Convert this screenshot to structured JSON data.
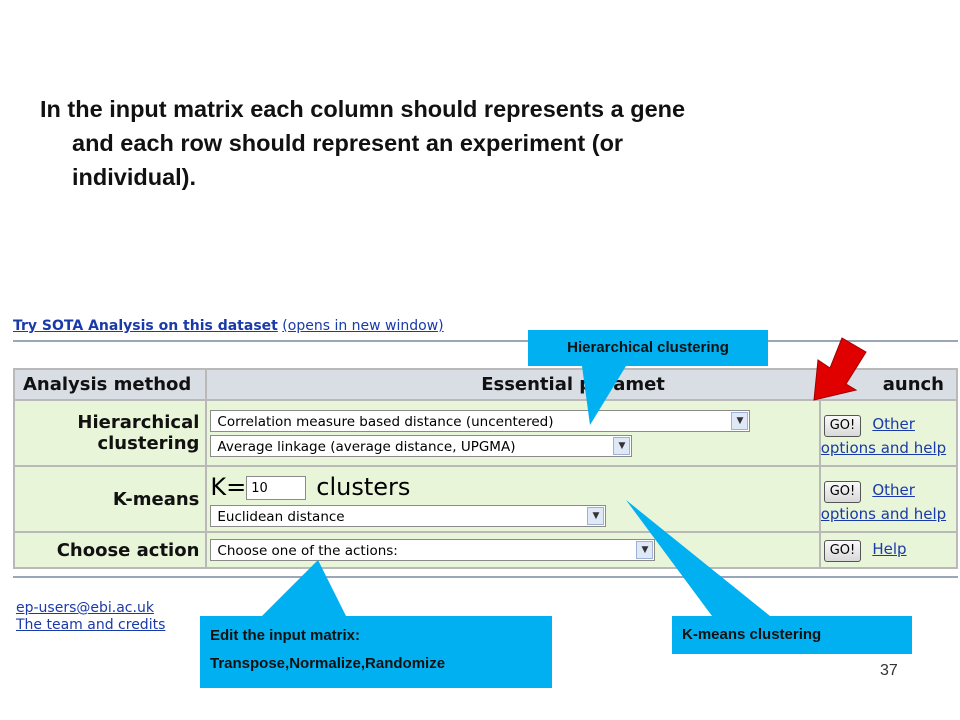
{
  "slide": {
    "heading_line1": "In the input matrix each column should represents a gene",
    "heading_line2": "and each row should represent an experiment (or",
    "heading_line3": "individual).",
    "page_number": "37"
  },
  "try_link": {
    "bold": "Try SOTA Analysis on this dataset",
    "rest": "(opens in new window)"
  },
  "table": {
    "headers": [
      "Analysis method",
      "Essential paramet",
      "aunch"
    ],
    "hierarchical": {
      "method_line1": "Hierarchical",
      "method_line2": "clustering",
      "select1": "Correlation measure based distance (uncentered)",
      "select2": "Average linkage (average distance, UPGMA)",
      "go": "GO!",
      "other": "Other",
      "options": "options and help"
    },
    "kmeans": {
      "method": "K-means",
      "k_label": "K=",
      "k_value": "10",
      "clusters": "clusters",
      "select": "Euclidean distance",
      "go": "GO!",
      "other": "Other",
      "options": "options and help"
    },
    "choose": {
      "method": "Choose action",
      "select": "Choose one of the actions:",
      "go": "GO!",
      "help": "Help"
    }
  },
  "footer": {
    "email": "ep-users@ebi.ac.uk",
    "credits": "The team and credits"
  },
  "callouts": {
    "hierarchical": "Hierarchical clustering",
    "edit_line1": "Edit the input matrix:",
    "edit_line2": "Transpose,Normalize,Randomize",
    "kmeans": "K-means clustering"
  },
  "colors": {
    "callout": "#00b0f0",
    "arrow": "#e00000",
    "cell_bg": "#e8f5d9",
    "header_bg": "#d9dde4",
    "link": "#1a3aa8"
  }
}
